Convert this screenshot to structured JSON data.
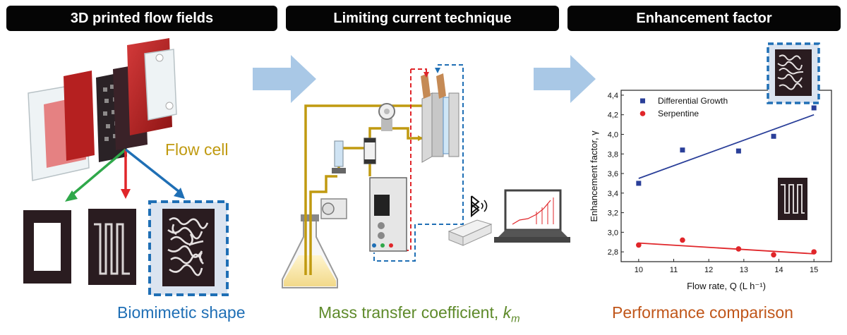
{
  "headers": {
    "left": "3D printed flow fields",
    "middle": "Limiting current technique",
    "right": "Enhancement factor"
  },
  "labels": {
    "flow_cell": "Flow cell",
    "biomimetic_shape": "Biomimetic shape",
    "mass_transfer": "Mass transfer coefficient, ",
    "mass_transfer_symbol": "k",
    "mass_transfer_sub": "m",
    "performance_comparison": "Performance comparison"
  },
  "colors": {
    "header_bg": "#050505",
    "flow_cell_text": "#c09a10",
    "biomimetic_text": "#1f6fb5",
    "mass_transfer_text": "#5e8a2a",
    "performance_text": "#c0561a",
    "process_arrow": "#a9c8e6",
    "differential_growth": "#2a3f99",
    "serpentine": "#e0262a",
    "pipe": "#c09a10"
  },
  "icons": [
    "bluetooth-icon",
    "wifi-signal-icon",
    "laptop-icon",
    "pump-icon",
    "power-supply-icon",
    "beaker-icon"
  ],
  "chart_data": {
    "type": "scatter",
    "xlabel": "Flow rate, Q (L h⁻¹)",
    "ylabel": "Enhancement factor, γ",
    "xlim": [
      9.5,
      15.5
    ],
    "ylim": [
      2.7,
      4.45
    ],
    "x_ticks": [
      "10",
      "11",
      "12",
      "13",
      "14",
      "15"
    ],
    "y_ticks": [
      "2,8",
      "3,0",
      "3,2",
      "3,4",
      "3,6",
      "3,8",
      "4,0",
      "4,2",
      "4,4"
    ],
    "legend_placement": "top-left",
    "series": [
      {
        "name": "Differential Growth",
        "marker": "square",
        "x": [
          10.0,
          11.25,
          12.85,
          13.85,
          15.0
        ],
        "y": [
          3.5,
          3.84,
          3.83,
          3.98,
          4.27
        ],
        "fit": [
          [
            10.0,
            3.55
          ],
          [
            15.0,
            4.2
          ]
        ]
      },
      {
        "name": "Serpentine",
        "marker": "circle",
        "x": [
          10.0,
          11.25,
          12.85,
          13.85,
          15.0
        ],
        "y": [
          2.87,
          2.92,
          2.83,
          2.77,
          2.8
        ],
        "fit": [
          [
            10.0,
            2.89
          ],
          [
            15.0,
            2.78
          ]
        ]
      }
    ]
  }
}
